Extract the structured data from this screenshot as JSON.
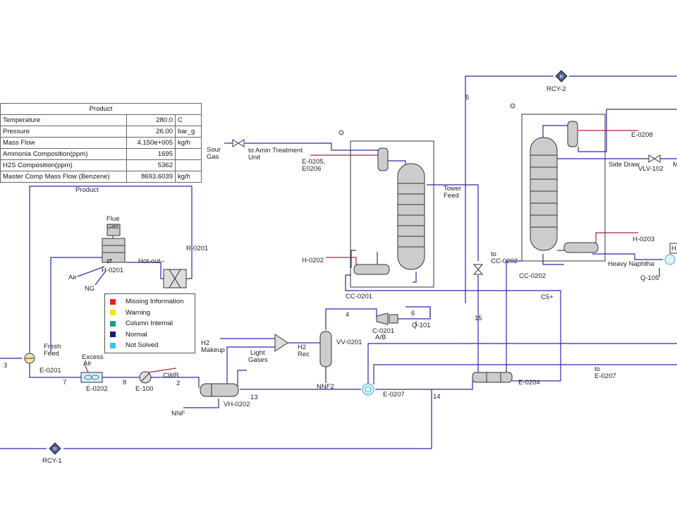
{
  "table": {
    "title": "Product",
    "rows": [
      {
        "name": "Temperature",
        "value": "280.0",
        "unit": "C"
      },
      {
        "name": "Pressure",
        "value": "26.00",
        "unit": "bar_g"
      },
      {
        "name": "Mass Flow",
        "value": "4.150e+005",
        "unit": "kg/h"
      },
      {
        "name": "Ammonia Composition(ppm)",
        "value": "1695",
        "unit": ""
      },
      {
        "name": "H2S Composition(ppm)",
        "value": "5362",
        "unit": ""
      },
      {
        "name": "Master Comp Mass Flow (Benzene)",
        "value": "8693.6039",
        "unit": "kg/h"
      }
    ]
  },
  "legend": [
    {
      "label": "Missing Information",
      "color": "#e8201c"
    },
    {
      "label": "Warning",
      "color": "#f2e600"
    },
    {
      "label": "Column Internal",
      "color": "#1f9a8c"
    },
    {
      "label": "Normal",
      "color": "#141a7a"
    },
    {
      "label": "Not Solved",
      "color": "#3fc0ee"
    }
  ],
  "labels": {
    "product": "Product",
    "flue_gas_1": "Flue",
    "flue_gas_2": "Gas",
    "r0201": "R-0201",
    "hot_out": "Hot-out--",
    "h0201": "H-0201",
    "air": "Air",
    "ng": "NG",
    "fresh_feed_1": "Fresh",
    "fresh_feed_2": "Feed",
    "s3": "3",
    "e0201": "E-0201",
    "s7": "7",
    "excess_air_1": "Excess",
    "excess_air_2": "Air",
    "e0202": "E-0202",
    "s8": "8",
    "e100": "E-100",
    "cwr": "CWR",
    "s2": "2",
    "h2_makeup_1": "H2",
    "h2_makeup_2": "Makeup",
    "light_gases_1": "Light",
    "light_gases_2": "Gases",
    "h2_rec_1": "H2",
    "h2_rec_2": "Rec",
    "vv0201": "VV-0201",
    "nnf2": "NNF2",
    "s13": "13",
    "vh0202": "VH-0202",
    "nnf": "NNF",
    "rcy1": "RCY-1",
    "sour_gas_1": "Sour",
    "sour_gas_2": "Gas",
    "amin_1": "to Amin Treatment",
    "amin_2": "Unit",
    "e0205_1": "E-0205,",
    "e0205_2": "E0206",
    "h0202": "H-0202",
    "cc0201": "CC-0201",
    "tower_feed_1": "Tower",
    "tower_feed_2": "Feed",
    "s4": "4",
    "c0201_1": "C-0201",
    "c0201_2": "A/B",
    "s6": "6",
    "q101": "Q-101",
    "s15": "15",
    "e0207": "E-0207",
    "s14": "14",
    "e0204": "E-0204",
    "to_cc0202_1": "to",
    "to_cc0202_2": "CC-0202",
    "c5plus": "C5+",
    "to_e0207_1": "to",
    "to_e0207_2": "E-0207",
    "rcy2": "RCY-2",
    "s5": "5",
    "e0208": "E-0208",
    "side_draw": "Side Draw",
    "vlv102": "VLV-102",
    "m_cut": "M",
    "h0203": "H-0203",
    "cc0202": "CC-0202",
    "heavy_naphtha": "Heavy Naphtha",
    "q105": "Q-105",
    "h_cut": "H",
    "hx_symbol": "⇄"
  }
}
